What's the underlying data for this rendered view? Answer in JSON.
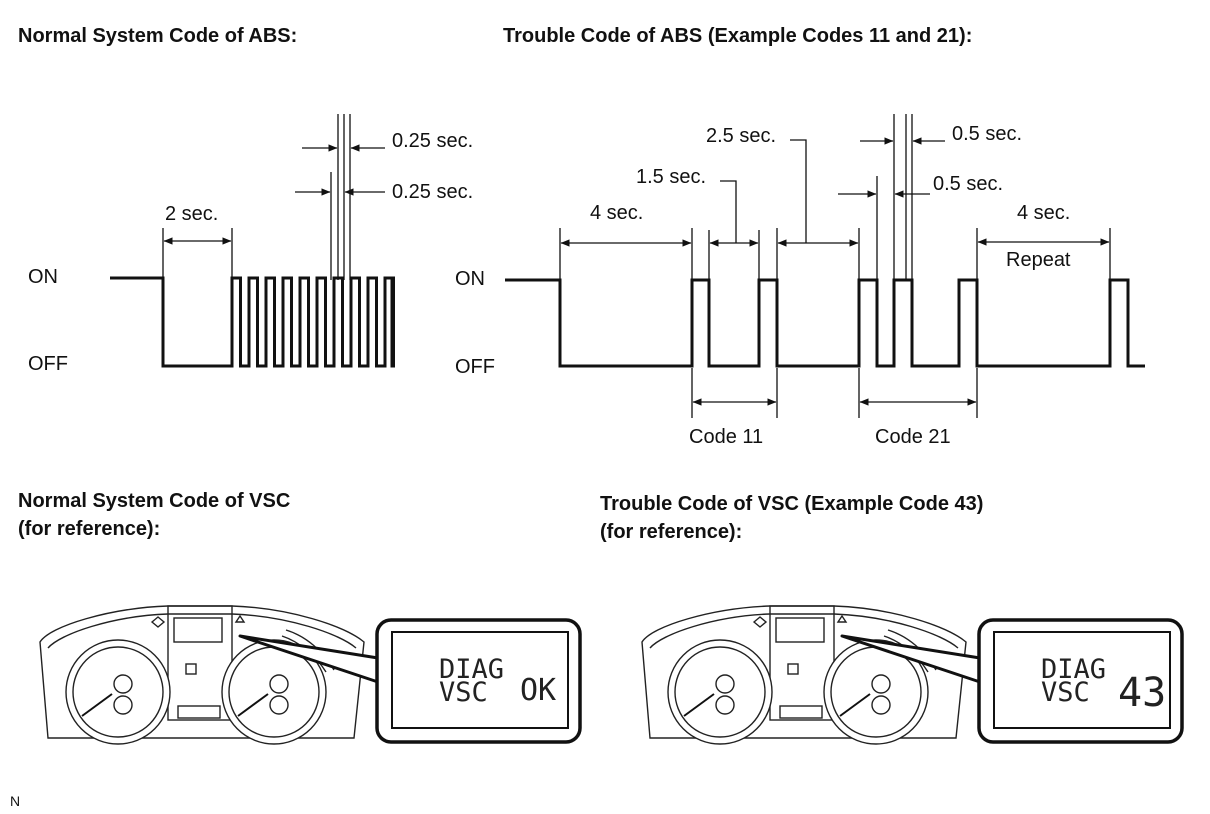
{
  "titles": {
    "abs_normal": "Normal System Code of ABS:",
    "abs_trouble": "Trouble Code of ABS (Example Codes 11 and 21):",
    "vsc_normal_line1": "Normal System Code of VSC",
    "vsc_normal_line2": "(for reference):",
    "vsc_trouble_line1": "Trouble Code of VSC (Example Code 43)",
    "vsc_trouble_line2": "(for reference):"
  },
  "abs_normal": {
    "on_label": "ON",
    "off_label": "OFF",
    "off_duration": "2 sec.",
    "pulse_on_duration": "0.25 sec.",
    "pulse_off_duration": "0.25 sec."
  },
  "abs_trouble": {
    "on_label": "ON",
    "off_label": "OFF",
    "initial_off": "4 sec.",
    "pulse_gap": "1.5 sec.",
    "code_gap": "2.5 sec.",
    "pulse_on_a": "0.5 sec.",
    "pulse_on_b": "0.5 sec.",
    "repeat_gap": "4 sec.",
    "repeat_label": "Repeat",
    "code_a": "Code 11",
    "code_b": "Code 21"
  },
  "vsc_normal_display": {
    "line1": "DIAG",
    "line2": "VSC",
    "value": "OK"
  },
  "vsc_trouble_display": {
    "line1": "DIAG",
    "line2": "VSC",
    "value": "43"
  },
  "footer_mark": "N"
}
